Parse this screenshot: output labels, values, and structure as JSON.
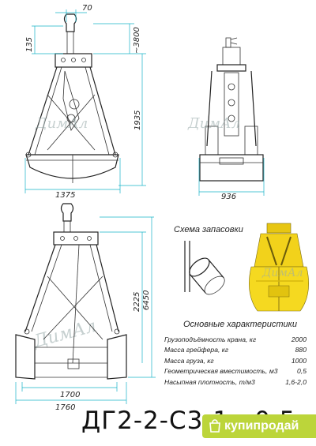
{
  "dimensions": {
    "top_width": "70",
    "eye_height": "135",
    "total_height_top": "~3800",
    "body_height_top": "1935",
    "span_open_front": "1375",
    "side_width": "936",
    "body_height_bottom": "2225",
    "total_height_bottom": "6450",
    "bucket_inner_width": "1700",
    "bucket_outer_width": "1760"
  },
  "scheme": {
    "title": "Схема запасовки"
  },
  "watermark": {
    "text": "ДимАл"
  },
  "specs": {
    "title": "Основные характеристики",
    "rows": [
      {
        "label": "Грузоподъёмность крана, кг",
        "value": "2000"
      },
      {
        "label": "Масса грейфера, кг",
        "value": "880"
      },
      {
        "label": "Масса груза, кг",
        "value": "1000"
      },
      {
        "label": "Геометрическая вместимость, м3",
        "value": "0,5"
      },
      {
        "label": "Насыпная плотность, т/м3",
        "value": "1,6-2,0"
      }
    ]
  },
  "model_code": "ДГ2-2-С3-1к-0,5",
  "badge": {
    "text": "купипродай"
  },
  "colors": {
    "dimension_lines": "#19b4c8",
    "photo_yellow": "#f2d21b",
    "badge_green": "#bcd53a"
  }
}
